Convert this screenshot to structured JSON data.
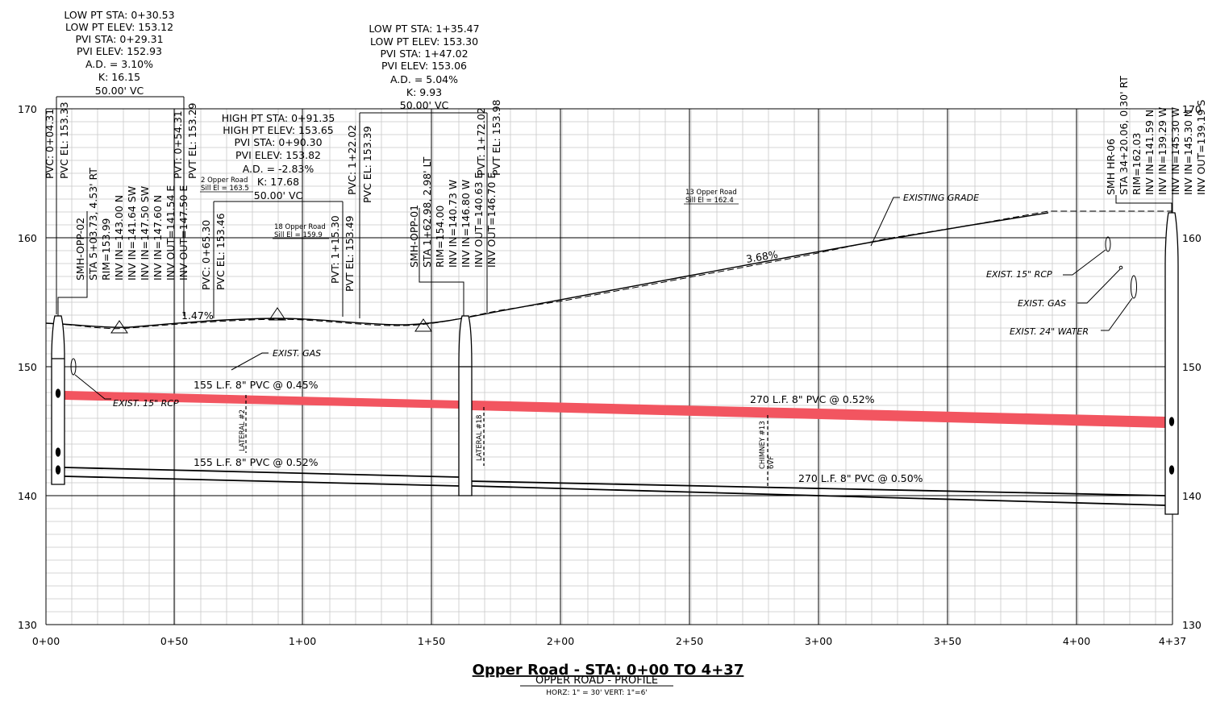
{
  "sheet": {
    "title": "Opper Road - STA: 0+00 TO 4+37",
    "subtitle": "OPPER ROAD - PROFILE",
    "scale": "HORZ: 1\" = 30' VERT: 1\"=6'"
  },
  "axes": {
    "x_ticks": [
      "0+00",
      "0+50",
      "1+00",
      "1+50",
      "2+00",
      "2+50",
      "3+00",
      "3+50",
      "4+00",
      "4+37"
    ],
    "y_ticks": [
      "130",
      "140",
      "150",
      "160",
      "170"
    ]
  },
  "curves": {
    "vc1": [
      "LOW PT STA: 0+30.53",
      "LOW PT ELEV: 153.12",
      "PVI STA: 0+29.31",
      "PVI ELEV: 152.93",
      "A.D. = 3.10%",
      "K: 16.15",
      "50.00' VC"
    ],
    "vc2": [
      "HIGH PT STA: 0+91.35",
      "HIGH PT ELEV: 153.65",
      "PVI STA: 0+90.30",
      "PVI ELEV: 153.82",
      "A.D. = -2.83%",
      "K: 17.68",
      "50.00' VC"
    ],
    "vc3": [
      "LOW PT STA: 1+35.47",
      "LOW PT ELEV: 153.30",
      "PVI STA: 1+47.02",
      "PVI ELEV: 153.06",
      "A.D. = 5.04%",
      "K: 9.93",
      "50.00' VC"
    ]
  },
  "vertical_labels": {
    "pvc1_sta": "PVC: 0+04.31",
    "pvc1_el": "PVC EL: 153.33",
    "pvt1_sta": "PVT: 0+54.31",
    "pvt1_el": "PVT EL: 153.29",
    "pvc2_sta": "PVC: 0+65.30",
    "pvc2_el": "PVC EL: 153.46",
    "pvt2_sta": "PVT: 1+15.30",
    "pvt2_el": "PVT EL: 153.49",
    "pvc3_sta": "PVC: 1+22.02",
    "pvc3_el": "PVC EL: 153.39",
    "pvt3_sta": "PVT: 1+72.02",
    "pvt3_el": "PVT EL: 153.98",
    "mh1": [
      "SMH-OPP-02",
      "STA 5+03.73, 4.53' RT",
      "RIM=153.99",
      "INV IN=143.00 N",
      "INV IN=141.64 SW",
      "INV IN=147.50 SW",
      "INV IN=147.60 N",
      "INV OUT=141.54 E",
      "INV OUT=147.50 E"
    ],
    "mh2": [
      "SMH-OPP-01",
      "STA 1+62.98, 2.98' LT",
      "RIM=154.00",
      "INV IN=140.73 W",
      "INV IN=146.80 W",
      "INV OUT=140.63 E",
      "INV OUT=146.70 E"
    ],
    "mh3": [
      "SMH HR-06",
      "STA 34+20.06, 0.30' RT",
      "RIM=162.03",
      "INV IN=141.59 N",
      "INV IN=139.29 W",
      "INV IN=145.30 W",
      "INV IN=145.30 N",
      "INV OUT=139.19 S"
    ]
  },
  "sills": {
    "s1": [
      "2 Opper Road",
      "Sill El = 163.5"
    ],
    "s2": [
      "18 Opper Road",
      "Sill El = 159.9"
    ],
    "s3": [
      "13 Opper Road",
      "Sill El = 162.4"
    ]
  },
  "callouts": {
    "grade1": "1.47%",
    "grade2": "3.68%",
    "existing_grade": "EXISTING GRADE",
    "exist_gas_left": "EXIST. GAS",
    "exist_rcp_left": "EXIST. 15\" RCP",
    "exist_rcp_right": "EXIST. 15\" RCP",
    "exist_gas_right": "EXIST. GAS",
    "exist_water_right": "EXIST. 24\" WATER",
    "pipe1_upper": "155 L.F. 8\" PVC @ 0.45%",
    "pipe1_lower": "155 L.F. 8\" PVC @ 0.52%",
    "pipe2_upper": "270 L.F. 8\" PVC @ 0.52%",
    "pipe2_lower": "270 L.F. 8\" PVC @ 0.50%",
    "lateral2": "LATERAL #2",
    "lateral18": "LATERAL #18",
    "chimney": "CHIMNEY #13",
    "chimney_sub": "6VF"
  },
  "colors": {
    "proposed_pipe": "#f25560",
    "grid_minor": "#c8c8c8",
    "grid_major": "#000000"
  }
}
